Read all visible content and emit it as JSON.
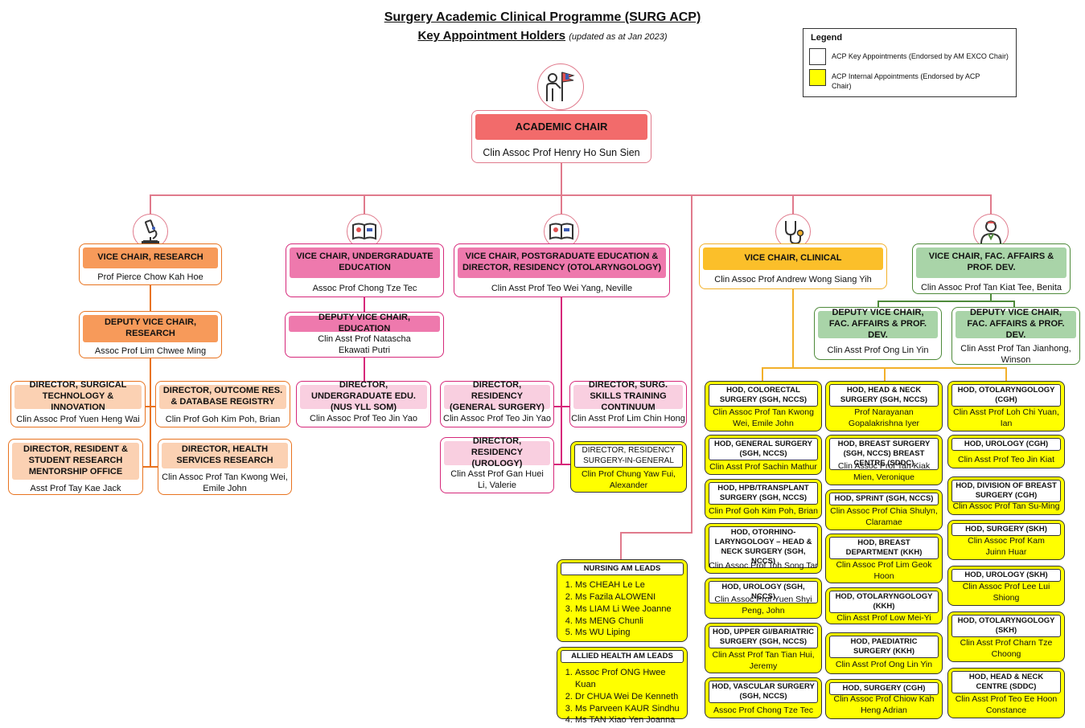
{
  "title": "Surgery Academic Clinical Programme (SURG ACP)",
  "subtitle": "Key Appointment Holders",
  "updated": "(updated as at Jan 2023)",
  "legend": {
    "title": "Legend",
    "white_label": "ACP Key Appointments (Endorsed by AM EXCO Chair)",
    "yellow_label": "ACP Internal Appointments (Endorsed by ACP Chair)"
  },
  "colors": {
    "red": "#f26b6b",
    "orange": "#f79a5a",
    "light_orange": "#fbd1b3",
    "pink": "#ee79ad",
    "light_pink": "#f9cfe0",
    "gold": "#fbbf2a",
    "green": "#a9d4a8",
    "yellow": "#ffff00",
    "line_pink": "#e07a8c",
    "line_orange": "#e8731f",
    "line_magenta": "#d6287a",
    "line_gold": "#f2b02a",
    "line_green": "#4e8a3a"
  },
  "icons": [
    "flag-person-icon",
    "microscope-icon",
    "book-icon",
    "book-icon",
    "stethoscope-icon",
    "doctor-icon"
  ],
  "chair": {
    "title": "ACADEMIC CHAIR",
    "name": "Clin Assoc Prof Henry Ho Sun Sien"
  },
  "vc_research": {
    "title": "VICE CHAIR, RESEARCH",
    "name": "Prof Pierce Chow Kah Hoe"
  },
  "dvc_research": {
    "title": "DEPUTY VICE CHAIR, RESEARCH",
    "name": "Assoc Prof Lim Chwee Ming"
  },
  "research_dirs": [
    {
      "title": "DIRECTOR, SURGICAL TECHNOLOGY & INNOVATION",
      "name": "Clin Assoc Prof Yuen Heng Wai"
    },
    {
      "title": "DIRECTOR, OUTCOME RES. & DATABASE REGISTRY",
      "name": "Clin Prof Goh Kim Poh, Brian"
    },
    {
      "title": "DIRECTOR, RESIDENT & STUDENT RESEARCH MENTORSHIP OFFICE",
      "name": "Asst Prof Tay Kae Jack"
    },
    {
      "title": "DIRECTOR, HEALTH SERVICES RESEARCH",
      "name": "Clin Assoc Prof Tan Kwong Wei, Emile John"
    }
  ],
  "vc_ug": {
    "title": "VICE CHAIR, UNDERGRADUATE EDUCATION",
    "name": "Assoc Prof Chong Tze Tec"
  },
  "dvc_edu": {
    "title": "DEPUTY VICE CHAIR, EDUCATION",
    "name": "Clin Asst Prof Natascha Ekawati Putri"
  },
  "dir_ug": {
    "title": "DIRECTOR, UNDERGRADUATE EDU. (NUS YLL SOM)",
    "name": "Clin Assoc Prof Teo Jin Yao"
  },
  "vc_pg": {
    "title": "VICE CHAIR, POSTGRADUATE EDUCATION & DIRECTOR, RESIDENCY (OTOLARYNGOLOGY)",
    "name": "Clin Asst Prof Teo Wei Yang, Neville"
  },
  "pg_dirs": [
    {
      "title": "DIRECTOR, RESIDENCY (GENERAL SURGERY)",
      "name": "Clin Assoc Prof Teo Jin Yao"
    },
    {
      "title": "DIRECTOR, SURG. SKILLS TRAINING CONTINUUM",
      "name": "Clin Asst Prof Lim Chin Hong"
    },
    {
      "title": "DIRECTOR, RESIDENCY (UROLOGY)",
      "name": "Clin Asst Prof Gan Huei Li, Valerie"
    },
    {
      "title": "DIRECTOR, RESIDENCY SURGERY-IN-GENERAL",
      "name": "Clin Prof Chung Yaw Fui, Alexander"
    }
  ],
  "vc_clinical": {
    "title": "VICE CHAIR, CLINICAL",
    "name": "Clin Assoc Prof Andrew Wong Siang Yih"
  },
  "vc_fac": {
    "title": "VICE CHAIR, FAC. AFFAIRS & PROF. DEV.",
    "name": "Clin Assoc Prof Tan Kiat Tee, Benita"
  },
  "dvc_fac": [
    {
      "title": "DEPUTY VICE CHAIR, FAC. AFFAIRS & PROF. DEV.",
      "name": "Clin Asst Prof Ong Lin Yin"
    },
    {
      "title": "DEPUTY VICE CHAIR, FAC. AFFAIRS & PROF. DEV.",
      "name": "Clin Asst Prof Tan Jianhong, Winson"
    }
  ],
  "hod_col1": [
    {
      "title": "HOD, COLORECTAL SURGERY (SGH, NCCS)",
      "name": "Clin Assoc Prof Tan Kwong Wei, Emile John"
    },
    {
      "title": "HOD, GENERAL SURGERY (SGH, NCCS)",
      "name": "Clin Asst Prof Sachin Mathur"
    },
    {
      "title": "HOD, HPB/TRANSPLANT SURGERY (SGH, NCCS)",
      "name": "Clin Prof Goh Kim Poh, Brian"
    },
    {
      "title": "HOD, OTORHINO-LARYNGOLOGY – HEAD & NECK SURGERY (SGH, NCCS)",
      "name": "Clin Assoc Prof Toh Song Tar"
    },
    {
      "title": "HOD, UROLOGY (SGH, NCCS)",
      "name": "Clin Assoc Prof Yuen Shyi Peng, John"
    },
    {
      "title": "HOD, UPPER GI/BARIATRIC SURGERY (SGH, NCCS)",
      "name": "Clin Asst Prof Tan Tian Hui, Jeremy"
    },
    {
      "title": "HOD, VASCULAR SURGERY (SGH, NCCS)",
      "name": "Assoc Prof Chong Tze Tec"
    }
  ],
  "hod_col2": [
    {
      "title": "HOD, HEAD & NECK SURGERY (SGH, NCCS)",
      "name": "Prof Narayanan Gopalakrishna Iyer"
    },
    {
      "title": "HOD, BREAST SURGERY (SGH, NCCS) BREAST CENTRE (SDDC)",
      "name": "Clin Assoc Prof Tan Kiak Mien, Veronique"
    },
    {
      "title": "HOD, SPRiNT (SGH, NCCS)",
      "name": "Clin Assoc Prof Chia Shulyn, Claramae"
    },
    {
      "title": "HOD, BREAST DEPARTMENT (KKH)",
      "name": "Clin Assoc Prof Lim Geok Hoon"
    },
    {
      "title": "HOD, OTOLARYNGOLOGY (KKH)",
      "name": "Clin Asst Prof Low Mei-Yi"
    },
    {
      "title": "HOD, PAEDIATRIC SURGERY (KKH)",
      "name": "Clin Asst Prof Ong Lin Yin"
    },
    {
      "title": "HOD, SURGERY (CGH)",
      "name": "Clin Assoc Prof Chiow Kah Heng Adrian"
    }
  ],
  "hod_col3": [
    {
      "title": "HOD, OTOLARYNGOLOGY (CGH)",
      "name": "Clin Asst Prof Loh Chi Yuan, Ian"
    },
    {
      "title": "HOD, UROLOGY (CGH)",
      "name": "Clin Asst Prof Teo Jin Kiat"
    },
    {
      "title": "HOD, DIVISION OF BREAST SURGERY (CGH)",
      "name": "Clin Assoc Prof Tan Su-Ming"
    },
    {
      "title": "HOD, SURGERY (SKH)",
      "name": "Clin Assoc Prof Kam Juinn Huar"
    },
    {
      "title": "HOD, UROLOGY (SKH)",
      "name": "Clin Assoc Prof Lee Lui Shiong"
    },
    {
      "title": "HOD, OTOLARYNGOLOGY (SKH)",
      "name": "Clin Asst Prof Charn Tze Choong"
    },
    {
      "title": "HOD, HEAD & NECK CENTRE (SDDC)",
      "name": "Clin Asst Prof Teo Ee Hoon Constance"
    }
  ],
  "nursing": {
    "title": "NURSING AM LEADS",
    "items": [
      "Ms CHEAH Le Le",
      "Ms Fazila ALOWENI",
      "Ms LIAM Li Wee Joanne",
      "Ms MENG Chunli",
      "Ms WU Liping"
    ]
  },
  "allied": {
    "title": "ALLIED HEALTH AM LEADS",
    "items": [
      "Assoc Prof ONG Hwee Kuan",
      "Dr CHUA Wei De Kenneth",
      "Ms Parveen KAUR Sindhu",
      "Ms TAN Xiao Yen Joanna"
    ]
  }
}
